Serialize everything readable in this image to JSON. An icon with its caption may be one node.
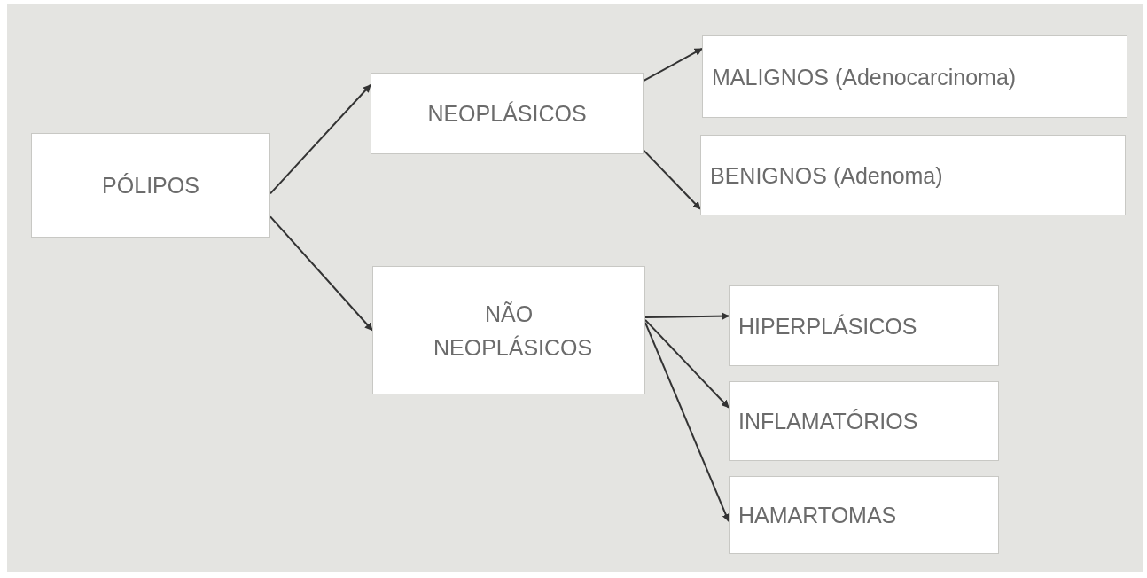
{
  "diagram": {
    "nodes": [
      {
        "text": [
          "PÓLIPOS"
        ]
      },
      {
        "text": [
          "NEOPLÁSICOS"
        ]
      },
      {
        "text": [
          "NÃO NEOPLÁSICOS"
        ]
      },
      {
        "text": [
          "MALIGNOS (Adenocarcinoma)"
        ]
      },
      {
        "text": [
          "BENIGNOS (Adenoma)"
        ]
      },
      {
        "text": [
          "HIPERPLÁSICOS"
        ]
      },
      {
        "text": [
          "INFLAMATÓRIOS"
        ]
      },
      {
        "text": [
          "HAMARTOMAS"
        ]
      }
    ],
    "edges": [
      {
        "from": 0,
        "to": 1,
        "arrow": "to"
      },
      {
        "from": 0,
        "to": 2,
        "arrow": "to"
      },
      {
        "from": 1,
        "to": 3,
        "arrow": "to"
      },
      {
        "from": 1,
        "to": 4,
        "arrow": "to"
      },
      {
        "from": 2,
        "to": 5,
        "arrow": "to"
      },
      {
        "from": 2,
        "to": 6,
        "arrow": "to"
      },
      {
        "from": 2,
        "to": 7,
        "arrow": "to"
      }
    ]
  }
}
